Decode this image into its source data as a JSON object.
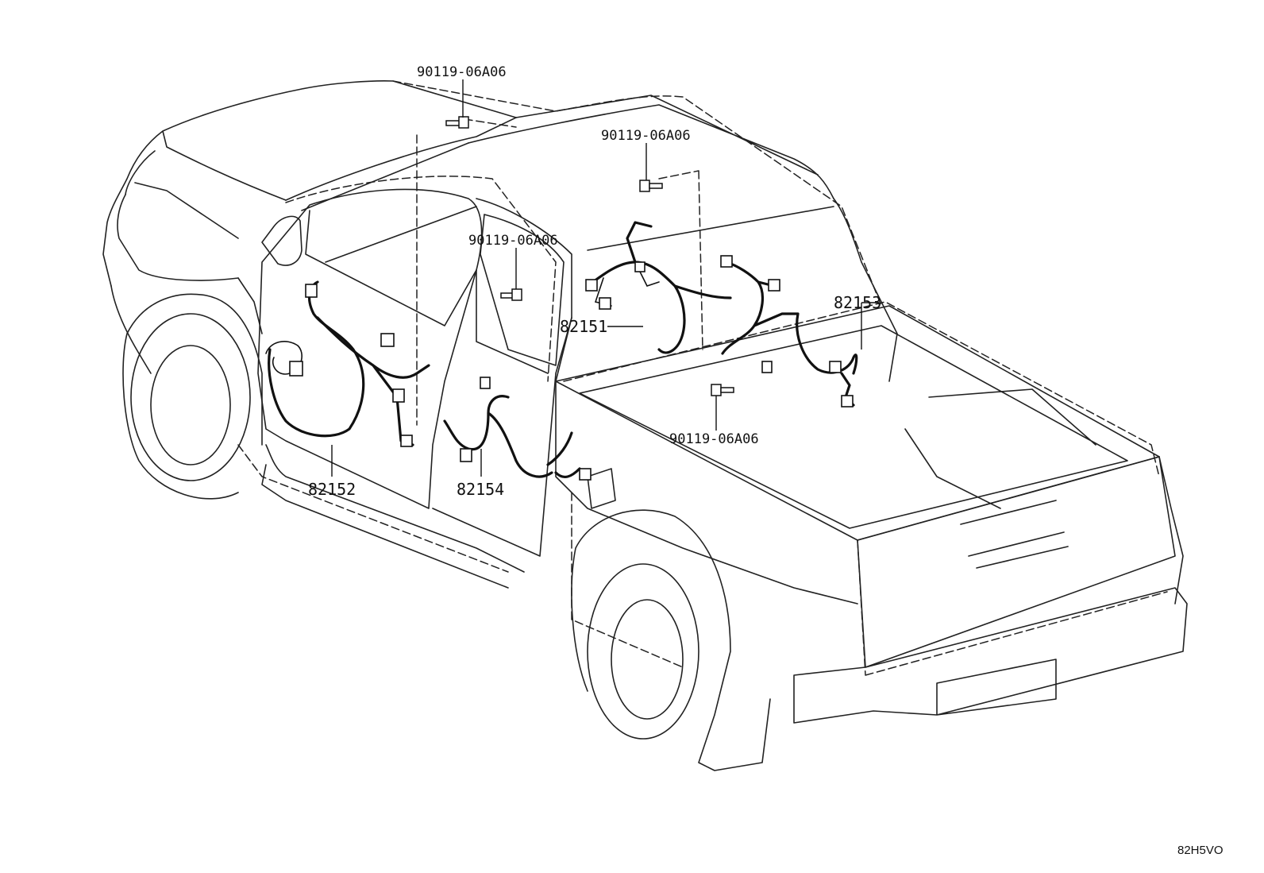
{
  "labels": {
    "bolt_top": "90119-06A06",
    "bolt_roof": "90119-06A06",
    "bolt_pillar": "90119-06A06",
    "bolt_rear": "90119-06A06",
    "harness_82151": "82151",
    "harness_82152": "82152",
    "harness_82153": "82153",
    "harness_82154": "82154"
  },
  "diagram_code": "82H5VO"
}
